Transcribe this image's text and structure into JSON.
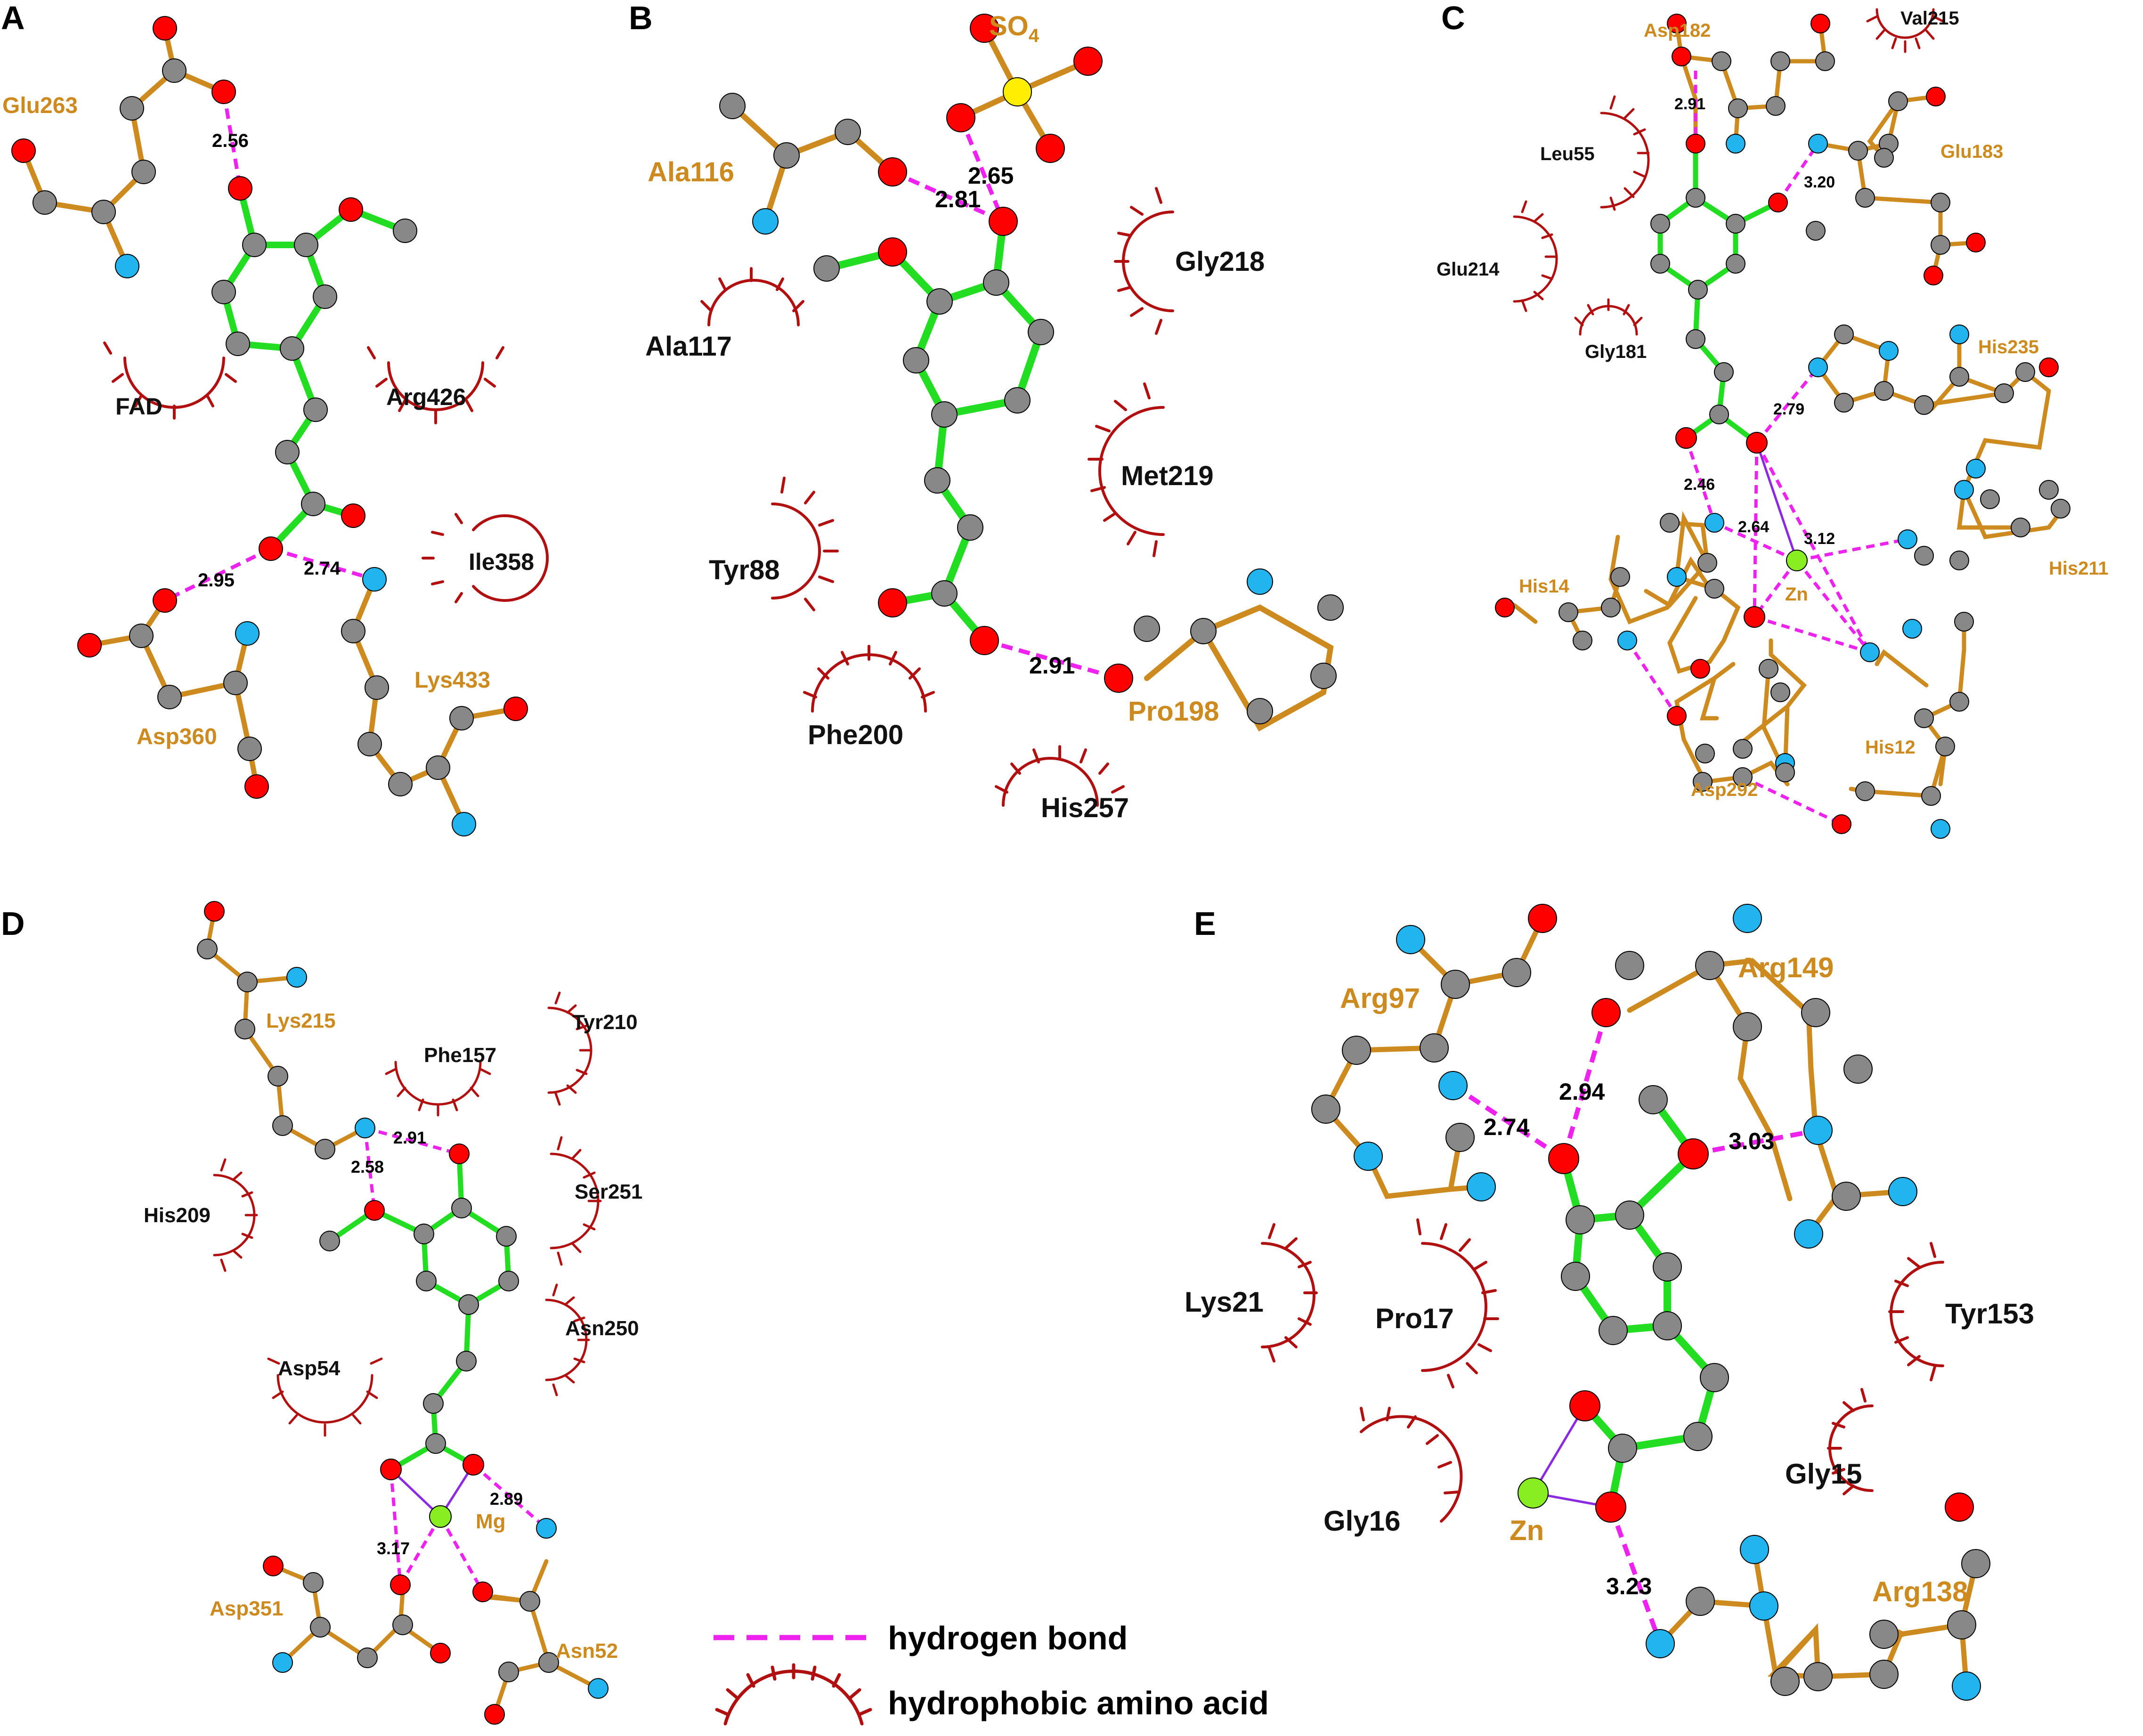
{
  "colors": {
    "ligand_bond": "#22dd22",
    "residue_bond": "#cc8a1f",
    "hbond": "#ee22ee",
    "hydrophobic": "#b01010",
    "carbon": "#888888",
    "oxygen": "#ff0000",
    "nitrogen": "#22b4ee",
    "sulfur": "#ffee00",
    "metal": "#88ee22",
    "coordination": "#8a2be2",
    "residue_label": "#cc8a1f",
    "hydrophobic_label": "#111111"
  },
  "legend": {
    "hbond": "hydrogen bond",
    "hydrophobic": "hydrophobic amino acid"
  },
  "panels": [
    {
      "letter": "A",
      "residues": [
        "Glu263",
        "Asp360",
        "Lys433"
      ],
      "hydrophobic": [
        "FAD",
        "Arg426",
        "Ile358"
      ],
      "distances": [
        "2.56",
        "2.95",
        "2.74"
      ]
    },
    {
      "letter": "B",
      "residues": [
        "Ala116",
        "Pro198"
      ],
      "sulfate": {
        "base": "SO",
        "sub": "4"
      },
      "hydrophobic": [
        "Gly218",
        "Ala117",
        "Met219",
        "Tyr88",
        "Phe200",
        "His257"
      ],
      "distances": [
        "2.65",
        "2.81",
        "2.91"
      ]
    },
    {
      "letter": "C",
      "residues": [
        "Asp182",
        "Glu183",
        "His235",
        "His14",
        "His211",
        "His12",
        "Asp292"
      ],
      "metal": "Zn",
      "hydrophobic": [
        "Val215",
        "Leu55",
        "Glu214",
        "Gly181"
      ],
      "distances": [
        "2.91",
        "3.20",
        "2.79",
        "2.46",
        "2.64",
        "3.12"
      ]
    },
    {
      "letter": "D",
      "residues": [
        "Lys215",
        "Asp351",
        "Asn52"
      ],
      "metal": "Mg",
      "hydrophobic": [
        "Tyr210",
        "Phe157",
        "Ser251",
        "His209",
        "Asn250",
        "Asp54"
      ],
      "distances": [
        "2.91",
        "2.58",
        "2.89",
        "3.17"
      ]
    },
    {
      "letter": "E",
      "residues": [
        "Arg97",
        "Arg149",
        "Arg138"
      ],
      "metal": "Zn",
      "hydrophobic": [
        "Lys21",
        "Pro17",
        "Tyr153",
        "Gly15",
        "Gly16"
      ],
      "distances": [
        "2.94",
        "2.74",
        "3.03",
        "3.23"
      ]
    }
  ]
}
